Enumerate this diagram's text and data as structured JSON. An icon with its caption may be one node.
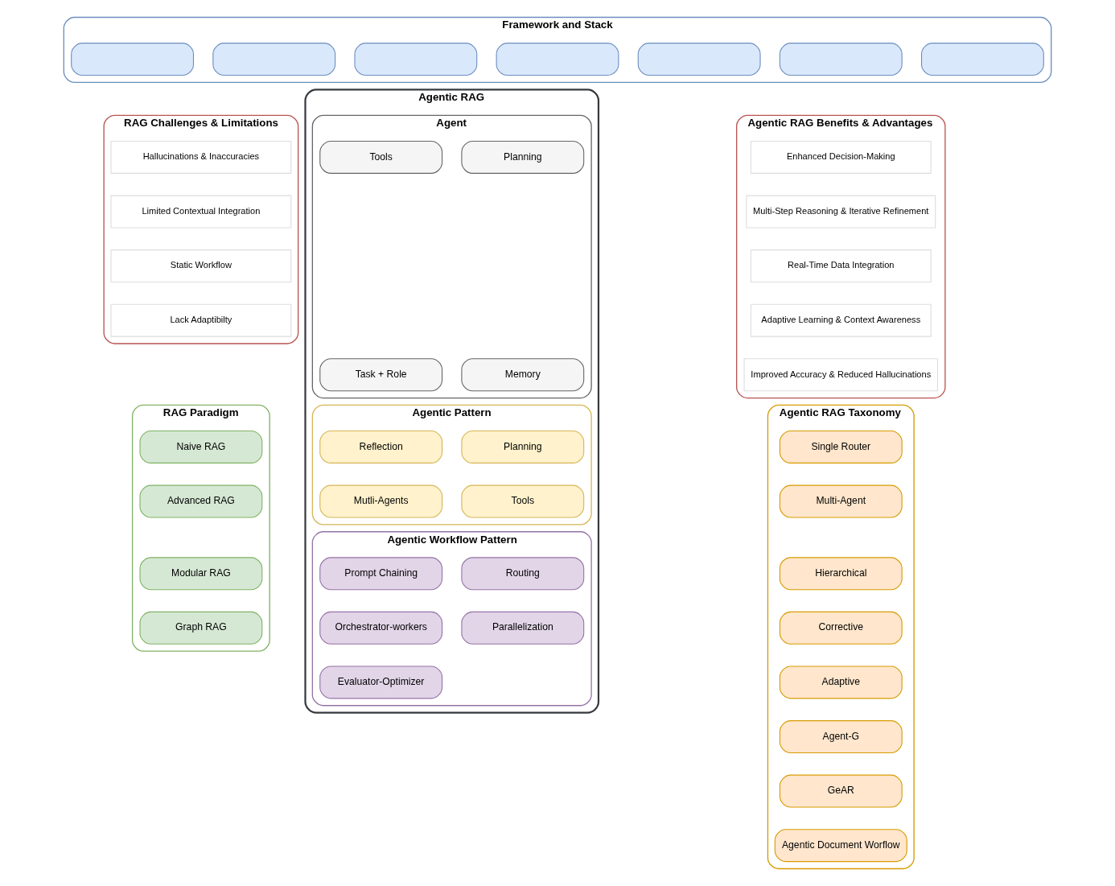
{
  "diagram": {
    "nodes": [
      {
        "text": [
          "Framework and Stack"
        ]
      },
      {
        "text": [],
        "shape": "box",
        "in": 0
      },
      {
        "text": [],
        "shape": "box",
        "in": 0
      },
      {
        "text": [],
        "shape": "box",
        "in": 0
      },
      {
        "text": [],
        "shape": "box",
        "in": 0
      },
      {
        "text": [],
        "shape": "box",
        "in": 0
      },
      {
        "text": [],
        "shape": "box",
        "in": 0
      },
      {
        "text": [],
        "shape": "box",
        "in": 0
      },
      {
        "text": [
          "RAG Challenges & Limitations"
        ]
      },
      {
        "text": [
          "Hallucinations & Inaccuracies"
        ],
        "in": 8
      },
      {
        "text": [
          "Limited Contextual Integration"
        ],
        "in": 8
      },
      {
        "text": [
          "Static Workflow"
        ],
        "in": 8
      },
      {
        "text": [
          "Lack Adaptibilty"
        ],
        "in": 8
      },
      {
        "text": [
          "Agentic RAG"
        ]
      },
      {
        "text": [
          "Agent"
        ],
        "in": 13
      },
      {
        "text": [
          "Tools"
        ],
        "in": 14
      },
      {
        "text": [
          "Planning"
        ],
        "in": 14
      },
      {
        "text": [
          "Task + Role"
        ],
        "in": 14
      },
      {
        "text": [
          "Memory"
        ],
        "in": 14
      },
      {
        "text": [
          "Agentic Pattern"
        ],
        "in": 13
      },
      {
        "text": [
          "Reflection"
        ],
        "in": 19
      },
      {
        "text": [
          "Planning"
        ],
        "in": 19
      },
      {
        "text": [
          "Mutli-Agents"
        ],
        "in": 19
      },
      {
        "text": [
          "Tools"
        ],
        "in": 19
      },
      {
        "text": [
          "Agentic Workflow Pattern"
        ],
        "in": 13
      },
      {
        "text": [
          "Prompt Chaining"
        ],
        "in": 24
      },
      {
        "text": [
          "Routing"
        ],
        "in": 24
      },
      {
        "text": [
          "Orchestrator-workers"
        ],
        "in": 24
      },
      {
        "text": [
          "Parallelization"
        ],
        "in": 24
      },
      {
        "text": [
          "Evaluator-Optimizer"
        ],
        "in": 24
      },
      {
        "text": [
          "Agentic RAG Benefits & Advantages"
        ]
      },
      {
        "text": [
          "Enhanced Decision-Making"
        ],
        "in": 30
      },
      {
        "text": [
          "Multi-Step Reasoning & Iterative Refinement"
        ],
        "in": 30
      },
      {
        "text": [
          "Real-Time Data Integration"
        ],
        "in": 30
      },
      {
        "text": [
          "Adaptive Learning & Context Awareness"
        ],
        "in": 30
      },
      {
        "text": [
          "Improved Accuracy & Reduced Hallucinations"
        ],
        "in": 30
      },
      {
        "text": [
          "RAG Paradigm"
        ]
      },
      {
        "text": [
          "Naive RAG"
        ],
        "in": 36
      },
      {
        "text": [
          "Advanced RAG"
        ],
        "in": 36
      },
      {
        "text": [
          "Modular RAG"
        ],
        "in": 36
      },
      {
        "text": [
          "Graph RAG"
        ],
        "in": 36
      },
      {
        "text": [
          "Agentic RAG Taxonomy"
        ]
      },
      {
        "text": [
          "Single Router"
        ],
        "in": 41
      },
      {
        "text": [
          "Multi-Agent"
        ],
        "in": 41
      },
      {
        "text": [
          "Hierarchical"
        ],
        "in": 41
      },
      {
        "text": [
          "Corrective"
        ],
        "in": 41
      },
      {
        "text": [
          "Adaptive"
        ],
        "in": 41
      },
      {
        "text": [
          "Agent-G"
        ],
        "in": 41
      },
      {
        "text": [
          "GeAR"
        ],
        "in": 41
      },
      {
        "text": [
          "Agentic Document Worflow"
        ],
        "in": 41
      }
    ],
    "edges": []
  }
}
